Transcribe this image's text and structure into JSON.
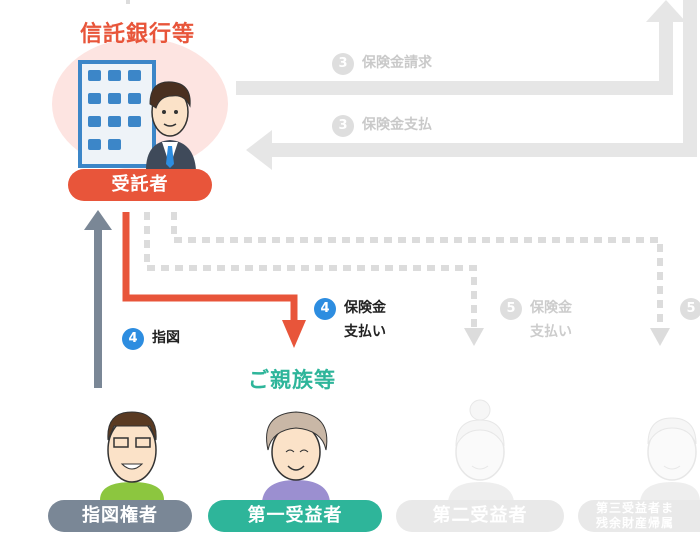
{
  "trustee_org": {
    "title": "信託銀行等",
    "role": "受託者"
  },
  "family_title": "ご親族等",
  "flows": {
    "insurance_claim": {
      "step": "3",
      "text": "保険金請求"
    },
    "insurance_payment": {
      "step": "3",
      "text": "保険金支払"
    },
    "instruction": {
      "step": "4",
      "text": "指図"
    },
    "payment_to_family": {
      "step": "4",
      "line1": "保険金",
      "line2": "支払い"
    },
    "payment_to_second": {
      "step": "5",
      "line1": "保険金",
      "line2": "支払い"
    },
    "payment_to_third": {
      "step": "5"
    }
  },
  "people": {
    "instructor": "指図権者",
    "first_beneficiary": "第一受益者",
    "second_beneficiary": "第二受益者",
    "third_beneficiary_line1": "第三受益者ま",
    "third_beneficiary_line2": "残余財産帰属"
  },
  "colors": {
    "accent_red": "#e8553a",
    "slate": "#7a8796",
    "teal": "#2eb59a",
    "step_blue": "#2d8de0",
    "faded": "#e4e4e4"
  }
}
